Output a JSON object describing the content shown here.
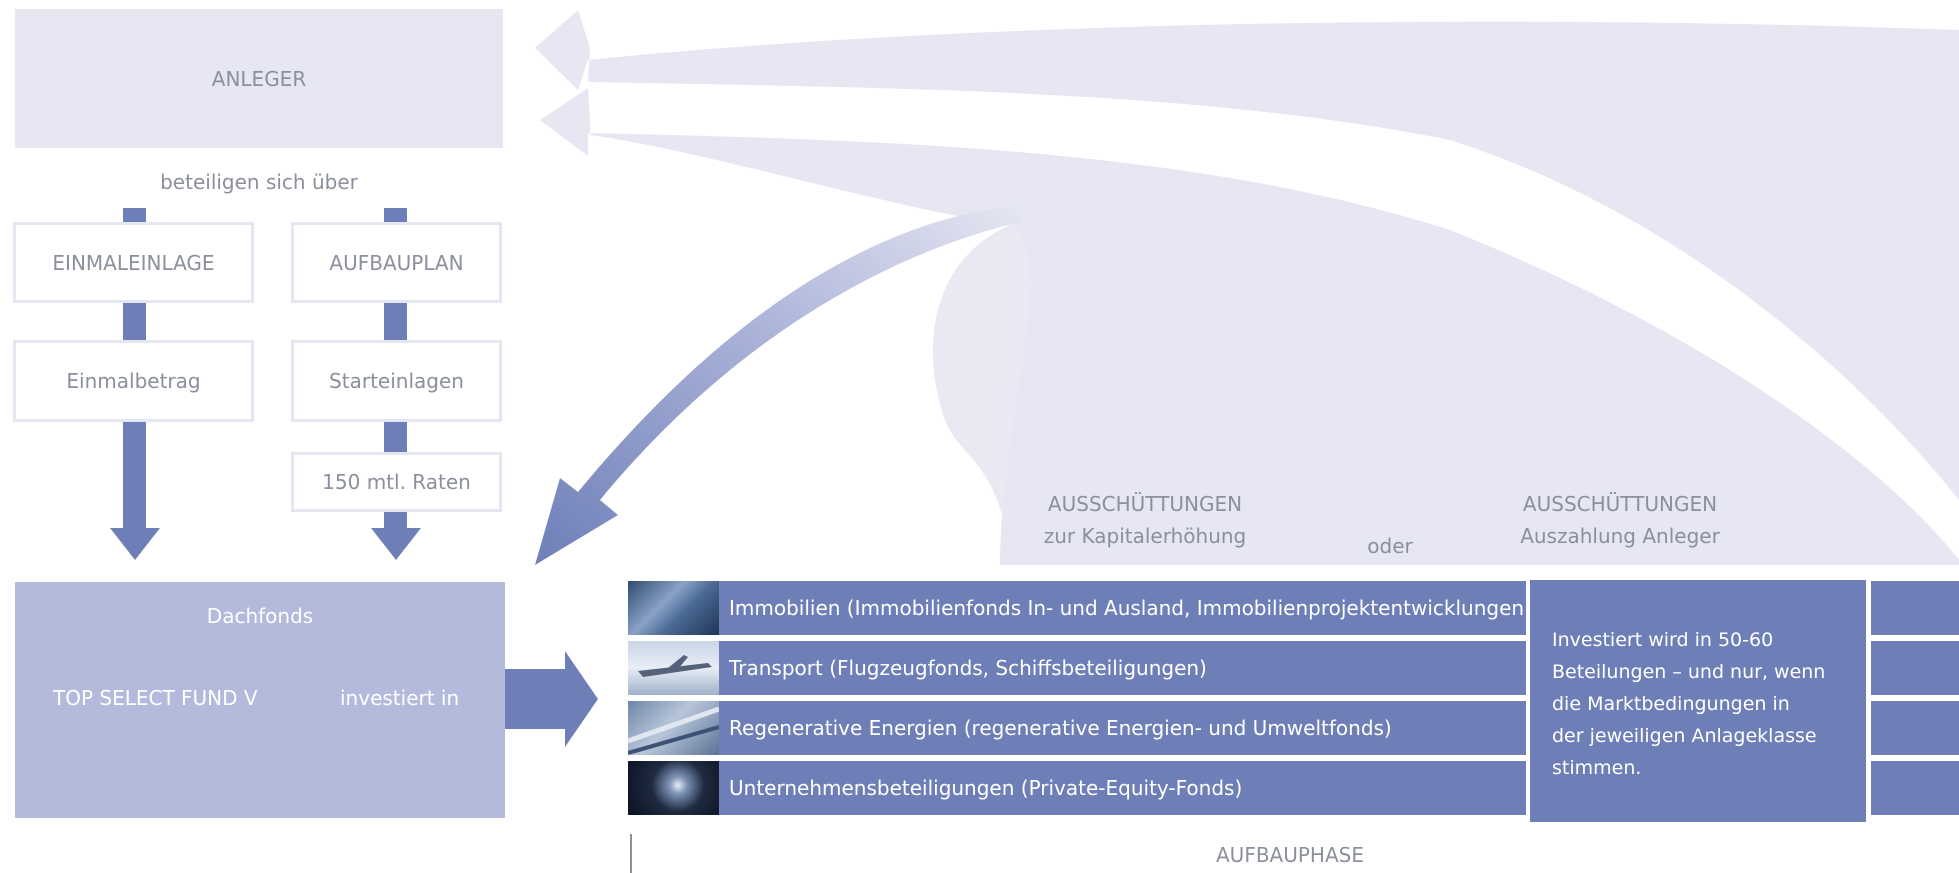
{
  "top": {
    "anleger": "ANLEGER",
    "beteiligen": "beteiligen sich über"
  },
  "left_path": {
    "einmaleinlage": "EINMALEINLAGE",
    "einmalbetrag": "Einmalbetrag"
  },
  "right_path": {
    "aufbauplan": "AUFBAUPLAN",
    "starteinlagen": "Starteinlagen",
    "raten": "150 mtl. Raten"
  },
  "fund": {
    "title": "Dachfonds",
    "name": "TOP SELECT FUND V",
    "invests": "investiert in"
  },
  "distributions": {
    "left_title": "AUSSCHÜTTUNGEN",
    "left_sub": "zur Kapitalerhöhung",
    "or": "oder",
    "right_title": "AUSSCHÜTTUNGEN",
    "right_sub": "Auszahlung Anleger"
  },
  "asset_classes": [
    {
      "label": "Immobilien (Immobilienfonds In- und Ausland, Immobilienprojektentwicklungen)",
      "icon": "building-photo"
    },
    {
      "label": "Transport (Flugzeugfonds, Schiffsbeteiligungen)",
      "icon": "airplane-photo"
    },
    {
      "label": "Regenerative Energien (regenerative Energien- und Umweltfonds)",
      "icon": "wind-turbine-photo"
    },
    {
      "label": "Unternehmensbeteiligungen (Private-Equity-Fonds)",
      "icon": "lights-photo"
    }
  ],
  "info": {
    "line1": "Investiert wird in 50-60",
    "line2": "Beteilungen – und nur, wenn",
    "line3": "die Marktbedingungen in",
    "line4": "der jeweiligen Anlageklasse",
    "line5": "stimmen."
  },
  "phase": "AUFBAUPHASE",
  "colors": {
    "accent": "#6e7fb8",
    "light": "#e6e7f2",
    "fund": "#b3badc",
    "text": "#8b8f9e"
  }
}
